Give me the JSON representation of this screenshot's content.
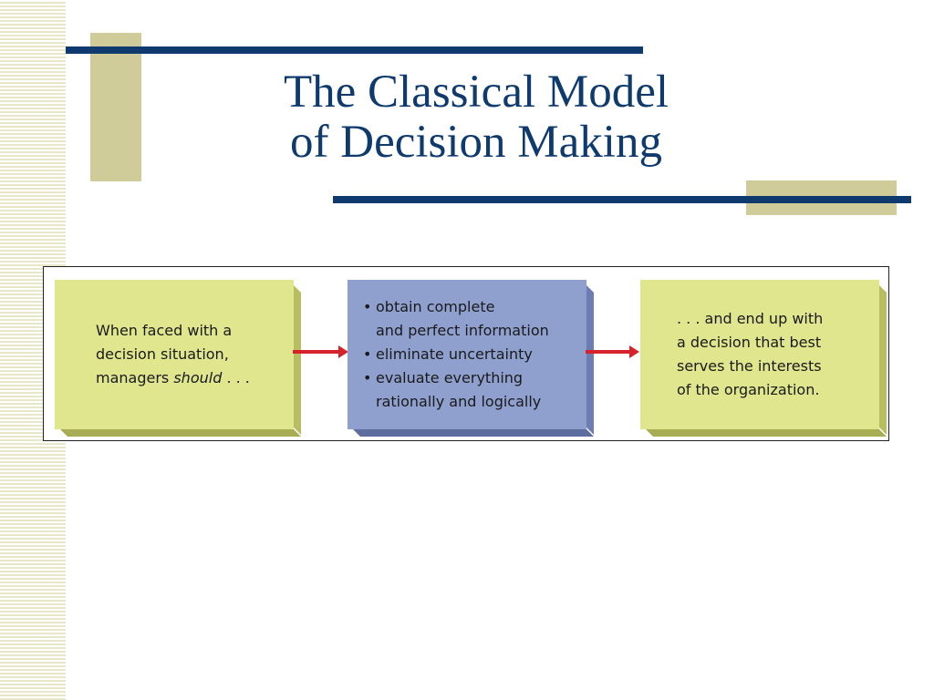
{
  "title": {
    "line1": "The Classical Model",
    "line2": "of Decision Making"
  },
  "diagram": {
    "box1": {
      "lines": [
        "When faced with a",
        "decision situation,"
      ],
      "last_line_prefix": "managers ",
      "last_line_emphasis": "should",
      "last_line_suffix": " . . ."
    },
    "box2": {
      "bullet": "•",
      "items": [
        {
          "line1": "obtain complete",
          "line2": "and perfect information"
        },
        {
          "line1": "eliminate uncertainty"
        },
        {
          "line1": "evaluate everything",
          "line2": "rationally and logically"
        }
      ]
    },
    "box3": {
      "lines": [
        ". . . and end up with",
        "a decision that best",
        "serves the interests",
        "of the organization."
      ]
    }
  },
  "colors": {
    "title": "#0e3a6e",
    "accent_line": "#0e3a6e",
    "deco_block": "#cfcc99",
    "green_box": "#dfe68e",
    "blue_box": "#8fa0cf",
    "arrow": "#d6222a"
  }
}
